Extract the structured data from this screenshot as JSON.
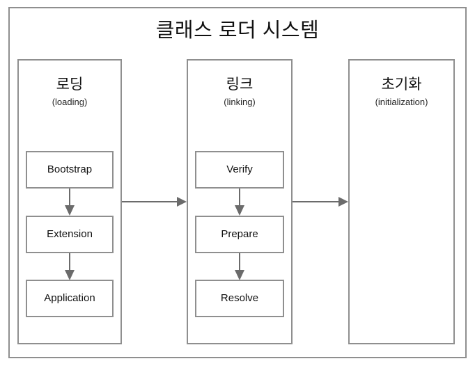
{
  "diagram": {
    "title": "클래스 로더 시스템",
    "colors": {
      "frame_border": "#8f8f8f",
      "box_border": "#8f8f8f",
      "arrow": "#6b6b6b",
      "background": "#ffffff",
      "text": "#111111"
    },
    "phases": [
      {
        "id": "loading",
        "title_ko": "로딩",
        "title_en": "(loading)",
        "steps": [
          {
            "label": "Bootstrap"
          },
          {
            "label": "Extension"
          },
          {
            "label": "Application"
          }
        ],
        "step_arrows": [
          "down-arrow",
          "down-arrow"
        ]
      },
      {
        "id": "linking",
        "title_ko": "링크",
        "title_en": "(linking)",
        "steps": [
          {
            "label": "Verify"
          },
          {
            "label": "Prepare"
          },
          {
            "label": "Resolve"
          }
        ],
        "step_arrows": [
          "down-arrow",
          "down-arrow"
        ]
      },
      {
        "id": "initialization",
        "title_ko": "초기화",
        "title_en": "(initialization)",
        "steps": [],
        "step_arrows": []
      }
    ],
    "phase_connectors": [
      {
        "from": "loading",
        "to": "linking",
        "icon": "right-arrow"
      },
      {
        "from": "linking",
        "to": "initialization",
        "icon": "right-arrow"
      }
    ]
  }
}
